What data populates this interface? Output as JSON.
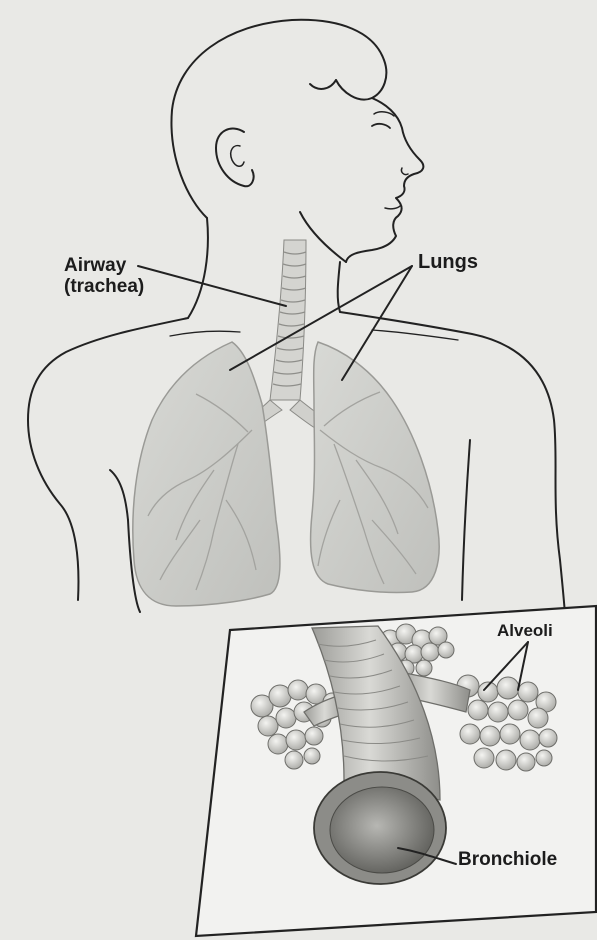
{
  "labels": {
    "airway_line1": "Airway",
    "airway_line2": "(trachea)",
    "lungs": "Lungs",
    "alveoli": "Alveoli",
    "bronchiole": "Bronchiole"
  },
  "colors": {
    "background": "#e9e9e6",
    "outline": "#222222",
    "lung_fill": "#c9cac6",
    "inset_background": "#f2f2f0"
  }
}
